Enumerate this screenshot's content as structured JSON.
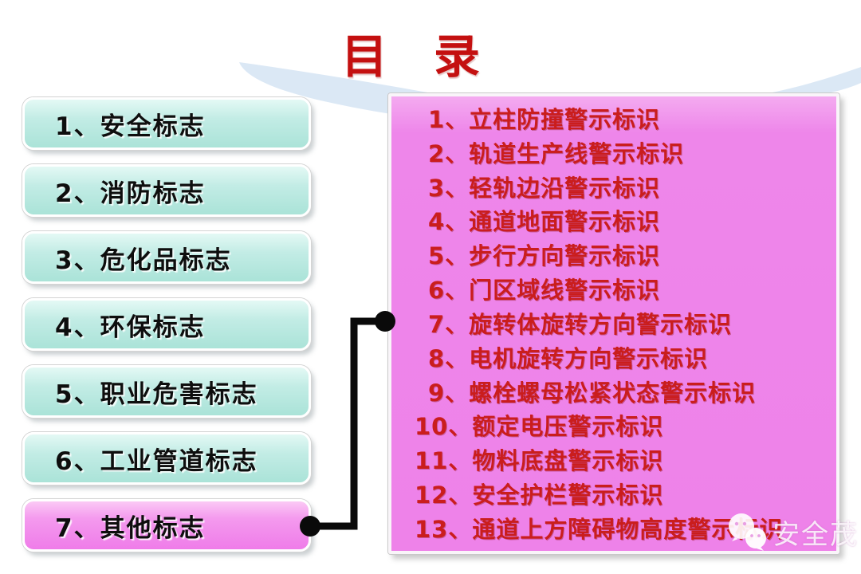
{
  "page": {
    "title": "目　录"
  },
  "colors": {
    "title_red": "#c41010",
    "list_item_red": "#ca1d1d",
    "menu_button_cyan": "#c2ece5",
    "menu_button_pink": "#ef7ce9",
    "panel_pink": "#ee82e9",
    "swoosh_blue": "#dbe8f5",
    "connector_black": "#0a0a0a",
    "watermark_white": "#ffffff"
  },
  "left_menu": {
    "items": [
      {
        "label": "1、安全标志",
        "highlighted": false
      },
      {
        "label": "2、消防标志",
        "highlighted": false
      },
      {
        "label": "3、危化品标志",
        "highlighted": false
      },
      {
        "label": "4、环保标志",
        "highlighted": false
      },
      {
        "label": "5、职业危害标志",
        "highlighted": false
      },
      {
        "label": "6、工业管道标志",
        "highlighted": false
      },
      {
        "label": "7、其他标志",
        "highlighted": true
      }
    ]
  },
  "right_panel": {
    "items": [
      "1、立柱防撞警示标识",
      "2、轨道生产线警示标识",
      "3、轻轨边沿警示标识",
      "4、通道地面警示标识",
      "5、步行方向警示标识",
      "6、门区域线警示标识",
      "7、旋转体旋转方向警示标识",
      "8、电机旋转方向警示标识",
      "9、螺栓螺母松紧状态警示标识",
      "10、额定电压警示标识",
      "11、物料底盘警示标识",
      "12、安全护栏警示标识",
      "13、通道上方障碍物高度警示标识"
    ]
  },
  "watermark": {
    "icon": "wechat-icon",
    "text": "安全茂"
  }
}
